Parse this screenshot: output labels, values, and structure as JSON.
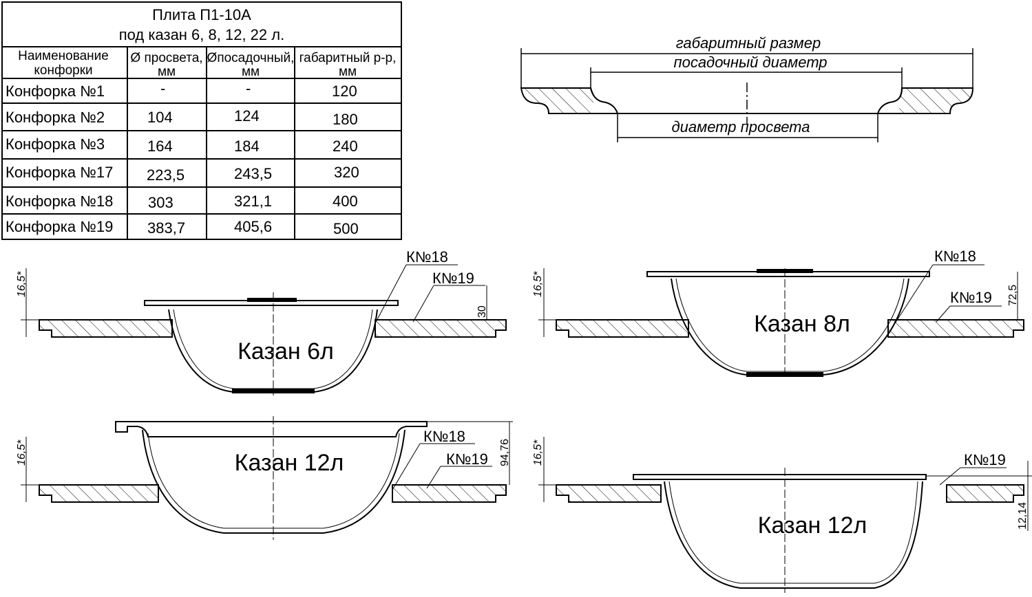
{
  "table": {
    "title_line1": "Плита П1-10А",
    "title_line2": "под казан 6, 8, 12, 22 л.",
    "headers": [
      {
        "line1": "Наименование",
        "line2": "конфорки"
      },
      {
        "line1": "Ø просвета,",
        "line2": "мм"
      },
      {
        "line1": "Øпосадочный,",
        "line2": "мм"
      },
      {
        "line1": "габаритный р-р,",
        "line2": "мм"
      }
    ],
    "rows": [
      [
        "Конфорка №1",
        "-",
        "-",
        "120"
      ],
      [
        "Конфорка №2",
        "104",
        "124",
        "180"
      ],
      [
        "Конфорка №3",
        "164",
        "184",
        "240"
      ],
      [
        "Конфорка №17",
        "223,5",
        "243,5",
        "320"
      ],
      [
        "Конфорка №18",
        "303",
        "321,1",
        "400"
      ],
      [
        "Конфорка №19",
        "383,7",
        "405,6",
        "500"
      ]
    ]
  },
  "schematic": {
    "overall": "габаритный размер",
    "seat": "посадочный диаметр",
    "opening": "диаметр просвета"
  },
  "views": [
    {
      "label": "Казан 6л",
      "dim_left": "16,5*",
      "callouts": [
        "К№18",
        "К№19"
      ],
      "dim_right": "30"
    },
    {
      "label": "Казан 8л",
      "dim_left": "16,5*",
      "callouts": [
        "К№18",
        "К№19"
      ],
      "dim_right": "72,5"
    },
    {
      "label": "Казан 12л",
      "dim_left": "16,5*",
      "callouts": [
        "К№18",
        "К№19"
      ],
      "dim_right": "94,76"
    },
    {
      "label": "Казан 12л",
      "dim_left": "16,5*",
      "callouts": [
        "К№19"
      ],
      "dim_right": "12,14"
    }
  ]
}
